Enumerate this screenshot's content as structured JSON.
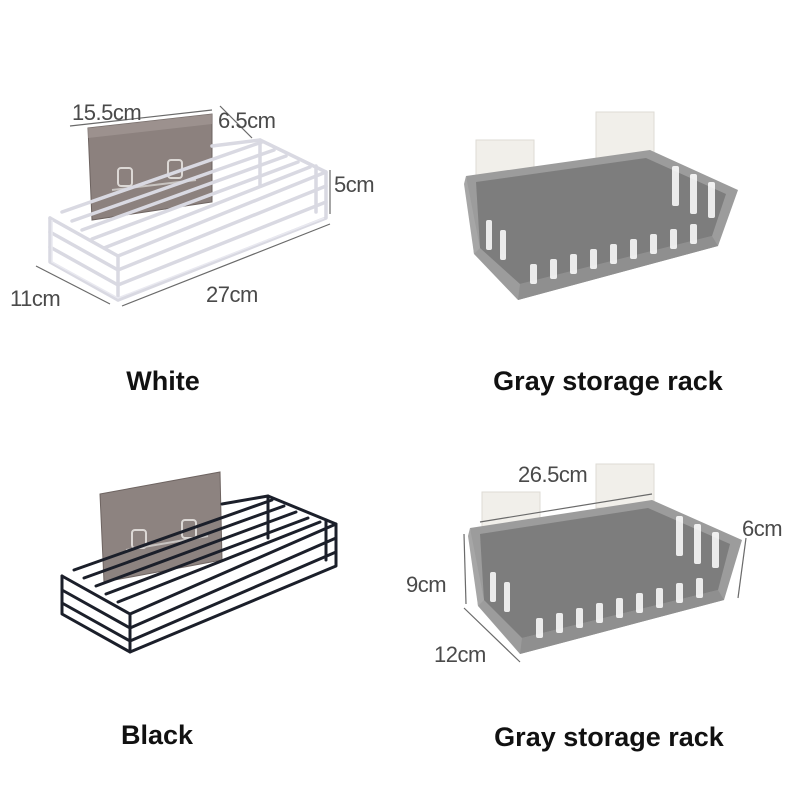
{
  "colors": {
    "background": "#ffffff",
    "white_rack": "#e6e6ee",
    "black_rack": "#1b1f2a",
    "gray_rack": "#9a9a9a",
    "gray_rack_inner": "#7e7e7e",
    "hook_plate": "#8a7f7c",
    "adhesive_sticker": "#f2f0ec"
  },
  "panels": [
    {
      "id": "white",
      "caption": "White",
      "dimensions": {
        "length_top": "15.5cm",
        "depth_top": "6.5cm",
        "height": "5cm",
        "depth": "11cm",
        "length": "27cm"
      }
    },
    {
      "id": "gray-1",
      "caption": "Gray storage rack"
    },
    {
      "id": "black",
      "caption": "Black"
    },
    {
      "id": "gray-2",
      "caption": "Gray storage rack",
      "dimensions": {
        "length": "26.5cm",
        "height_right": "6cm",
        "height_left": "9cm",
        "depth": "12cm"
      }
    }
  ]
}
